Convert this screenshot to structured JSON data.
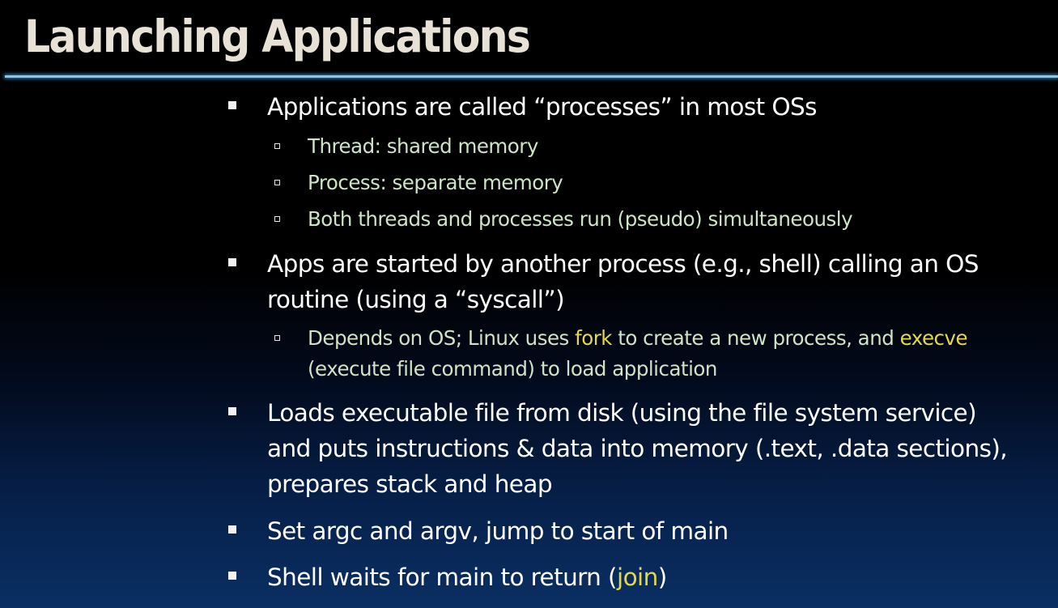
{
  "slide": {
    "title": "Launching Applications",
    "bullets": [
      {
        "text": "Applications are called “processes” in most OSs",
        "subs": [
          "Thread: shared memory",
          "Process: separate memory",
          "Both threads and processes run (pseudo) simultaneously"
        ]
      },
      {
        "line1": "Apps are started by another process (e.g., shell) calling an OS",
        "line2": "routine (using a “syscall”)",
        "sub": {
          "part1": "Depends on OS; Linux uses ",
          "kw1": "fork",
          "part2": " to create a new process, and ",
          "kw2": "execve",
          "line2": "(execute file command) to load application"
        }
      },
      {
        "line1": "Loads executable file from disk (using the file system service)",
        "line2": "and puts instructions & data into memory (.text, .data sections),",
        "line3": "prepares stack and heap"
      },
      {
        "text": "Set argc and argv, jump to start of main"
      },
      {
        "part1": "Shell waits for main to return (",
        "kw": "join",
        "part2": ")"
      }
    ]
  },
  "colors": {
    "title": "#e8e2d6",
    "rule": "#8ec4e4",
    "body_text": "#ffffff",
    "sub_text": "#cfe3c6",
    "highlight": "#e3d84a"
  },
  "icons": {
    "main_bullet": "filled-square",
    "sub_bullet": "hollow-square"
  }
}
